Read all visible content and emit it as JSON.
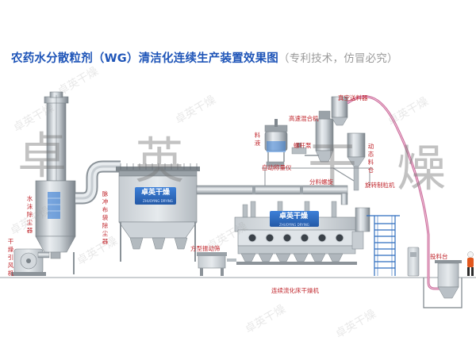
{
  "title": {
    "main": "农药水分散粒剂（WG）清洁化连续生产装置效果图",
    "sub": "（专利技术，仿冒必究）"
  },
  "labels": {
    "water_film_scrubber": "水沫除尘器",
    "dryer_induced_fan": "干燥引风机",
    "pulse_bag_filter": "脉冲布袋除尘器",
    "square_vibrating_screen": "方型振动筛",
    "continuous_fluid_bed_dryer": "连续流化床干燥机",
    "material_liquid": "料液",
    "high_speed_mixer": "高速混合机",
    "screw_pump": "螺杆泵",
    "auto_weighing": "自动称量仪",
    "vacuum_feeder": "真空送料器",
    "dynamic_silo": "动态料仓",
    "granulator": "分料螺旋",
    "rotary_granulator": "旋转制粒机",
    "feeding_station": "投料台"
  },
  "brand": {
    "name": "卓英干燥",
    "name_en": "ZHUOYING DRYING"
  },
  "watermark": {
    "small": "卓英干燥",
    "big_chars": [
      "卓",
      "英",
      "干",
      "燥"
    ]
  },
  "colors": {
    "title_blue": "#1f55b8",
    "label_red": "#c0262c",
    "pipe_pink": "#c96a9a",
    "brand_blue": "#2e6fc8",
    "equipment_gray": "#b9c0c6"
  }
}
